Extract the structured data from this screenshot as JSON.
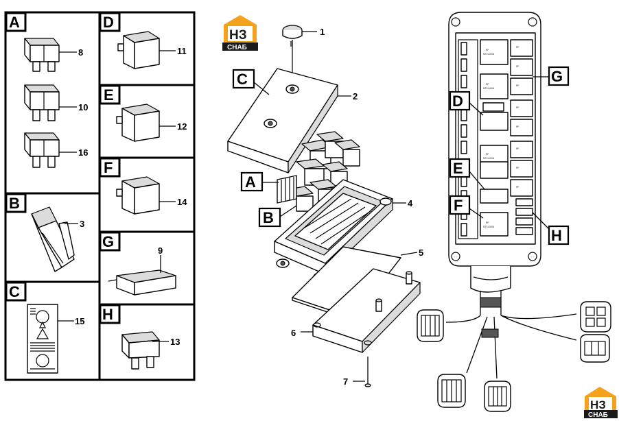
{
  "logo": {
    "mark": "НЗ",
    "caption": "СНАБ"
  },
  "panels": {
    "A": {
      "letter": "A",
      "callouts": [
        "8",
        "10",
        "16"
      ]
    },
    "B": {
      "letter": "B",
      "callouts": [
        "3"
      ]
    },
    "C": {
      "letter": "C",
      "callouts": [
        "15"
      ]
    },
    "D": {
      "letter": "D",
      "callouts": [
        "11"
      ]
    },
    "E": {
      "letter": "E",
      "callouts": [
        "12"
      ]
    },
    "F": {
      "letter": "F",
      "callouts": [
        "14"
      ]
    },
    "G": {
      "letter": "G",
      "callouts": [
        "9"
      ]
    },
    "H": {
      "letter": "H",
      "callouts": [
        "13"
      ]
    }
  },
  "exploded_view": {
    "callouts": [
      "1",
      "2",
      "4",
      "5",
      "6",
      "7"
    ],
    "tags": [
      "C",
      "A",
      "B"
    ]
  },
  "wiring_view": {
    "tags": [
      "G",
      "D",
      "E",
      "F",
      "H"
    ]
  },
  "colors": {
    "logo_orange": "#f4a21d",
    "logo_black": "#1a1a1a",
    "line": "#000000"
  }
}
